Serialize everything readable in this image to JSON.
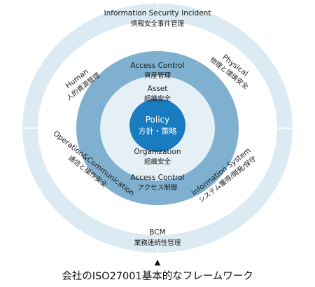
{
  "diagram": {
    "title": "",
    "top": {
      "en": "Information Security Incident",
      "jp": "情報安全事件管理"
    },
    "bottom": {
      "en": "BCM",
      "jp": "業務連続性管理"
    },
    "upper_left": {
      "en": "Human",
      "jp": "人的資源管理"
    },
    "upper_right": {
      "en": "Physical",
      "jp": "物理と環境安全"
    },
    "lower_left": {
      "en": "Operation&Communication",
      "jp": "通信と操作安全"
    },
    "lower_right": {
      "en": "Information System",
      "jp": "システム獲得/開発/保守"
    },
    "middle_top": {
      "en": "Access Control",
      "jp": "資産管理"
    },
    "middle_bottom": {
      "en": "Access Control",
      "jp": "アクセス制御"
    },
    "inner_top": {
      "en": "Asset",
      "jp": "組織安全"
    },
    "inner_bottom": {
      "en": "Organization",
      "jp": "組織安全"
    },
    "center": {
      "en": "Policy",
      "jp": "方針・策略"
    }
  },
  "caption": {
    "marker": "▲",
    "text": "会社のISO27001基本的なフレームワーク"
  },
  "colors": {
    "outer_ring": "#dceaf3",
    "middle_ring": "#7fb0cf",
    "inner_ring": "#e4eff6",
    "center": "#1a7cc0",
    "divider": "#ffffff"
  }
}
